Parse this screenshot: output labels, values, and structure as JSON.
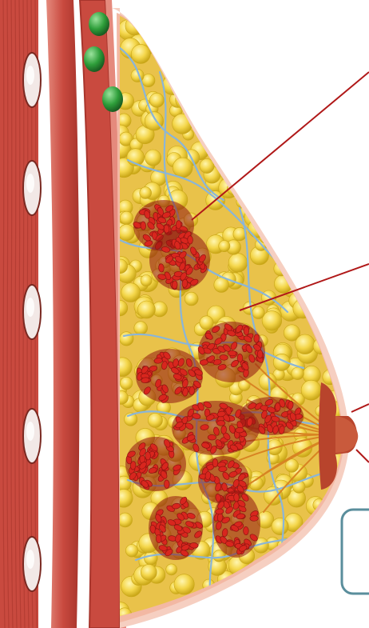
{
  "figure": {
    "colors": {
      "muscle": "#c94a3f",
      "muscle_dark": "#a8352c",
      "muscle_light": "#e58a7d",
      "rib": "#f2e8e6",
      "skin": "#f3b8a3",
      "skin_outer": "#f6cfc1",
      "fat": "#f4d64a",
      "fat_shadow": "#c9a617",
      "vessel": "#8ab5d8",
      "lobule": "#d8261e",
      "lobule_dark": "#8f1510",
      "duct": "#d88422",
      "lymph_node": "#2e9e3a",
      "nipple": "#b8442c",
      "pointer_line": "#b01818",
      "callout_border": "#5a8e9c"
    },
    "structures": [
      "rib-cage",
      "chest-wall-muscle",
      "pectoralis-muscle",
      "lymph-nodes",
      "fatty-tissue",
      "lobules",
      "milk-ducts",
      "nipple",
      "areola",
      "skin"
    ],
    "callout_box_text": ""
  }
}
